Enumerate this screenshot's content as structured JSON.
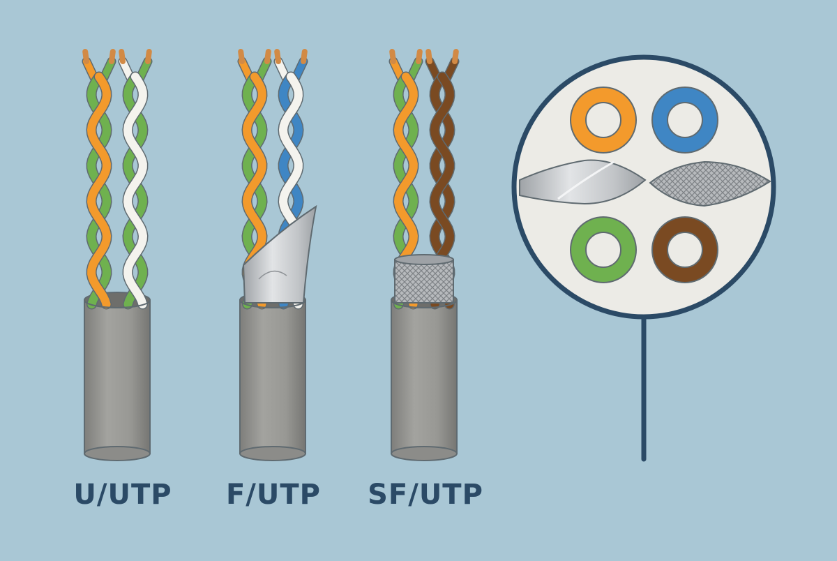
{
  "colors": {
    "background": "#a9c7d5",
    "jacket": "#9b9b98",
    "jacket_dark": "#7c7c79",
    "outline": "#5f6a70",
    "copper": "#d28a45",
    "orange": "#f39a2c",
    "green": "#6fb14f",
    "blue": "#3f86c4",
    "brown": "#7a4a22",
    "white": "#f4f3ee",
    "foil": "#c7c9cc",
    "braid": "#b9bcbf",
    "label": "#2b4a66",
    "magnifier_ring": "#2b4a66",
    "magnifier_fill": "#ecebe6"
  },
  "cables": [
    {
      "label": "U/UTP",
      "shield": "none",
      "pairs": [
        [
          "orange",
          "green"
        ],
        [
          "white",
          "green"
        ]
      ]
    },
    {
      "label": "F/UTP",
      "shield": "foil",
      "pairs": [
        [
          "orange",
          "green"
        ],
        [
          "white",
          "blue"
        ]
      ]
    },
    {
      "label": "SF/UTP",
      "shield": "foil+braid",
      "pairs": [
        [
          "orange",
          "green"
        ],
        [
          "brown",
          "brown"
        ]
      ]
    }
  ],
  "magnifier": {
    "conductors": [
      "orange",
      "blue",
      "green",
      "brown"
    ],
    "shield_layers": [
      "foil",
      "braid"
    ]
  }
}
